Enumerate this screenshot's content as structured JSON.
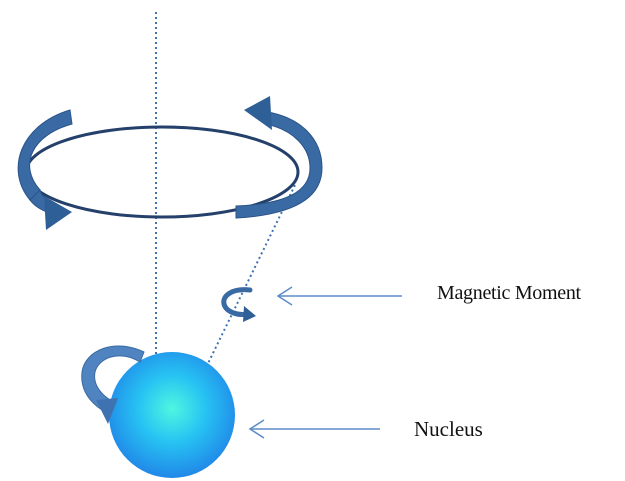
{
  "labels": {
    "magnetic_moment": "Magnetic Moment",
    "nucleus": "Nucleus"
  },
  "colors": {
    "arrow_dark": "#2e5f96",
    "arrow_light": "#4f84c0",
    "axis": "#3f72b0",
    "pointer": "#5d8bc8",
    "nucleus_core": "#4ef7e0",
    "nucleus_mid": "#27b4f0",
    "nucleus_edge": "#1f7ee6",
    "ring_stroke": "#24406b"
  },
  "icons": [
    "precession-ring",
    "rotation-arrow",
    "spin-arrow",
    "pointer-arrow"
  ]
}
